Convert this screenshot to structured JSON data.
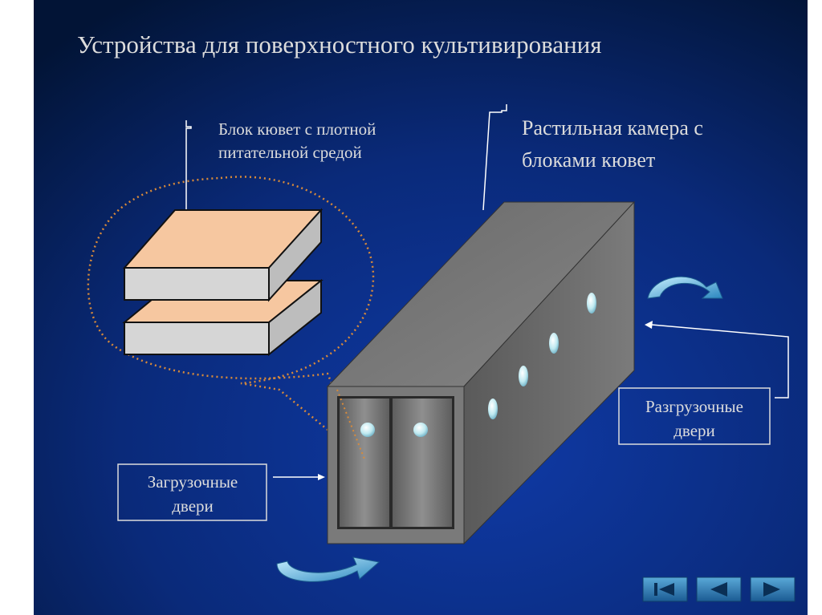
{
  "slide": {
    "title": "Устройства для поверхностного культивирования",
    "callout_cuvettes": {
      "line1": "Блок кювет с плотной",
      "line2": "питательной средой"
    },
    "callout_chamber": {
      "line1": "Растильная камера с",
      "line2": "блоками кювет"
    },
    "loading_doors": {
      "line1": "Загрузочные",
      "line2": "двери"
    },
    "unloading_doors": {
      "line1": "Разгрузочные",
      "line2": "двери"
    }
  },
  "nav": {
    "buttons": [
      "first-slide-icon",
      "previous-slide-icon",
      "next-slide-icon"
    ]
  },
  "colors": {
    "background_dark": "#021436",
    "background_mid": "#0a2f8a",
    "text": "#e6e6e6",
    "chamber": "#6f6f6f",
    "cuvette_media": "#f6c7a0",
    "cuvette_side": "#d3d3d3",
    "dotted_outline": "#d88a3a",
    "arrow_cyan": "#6ec7ea",
    "nav_button": "#2a6fae"
  }
}
